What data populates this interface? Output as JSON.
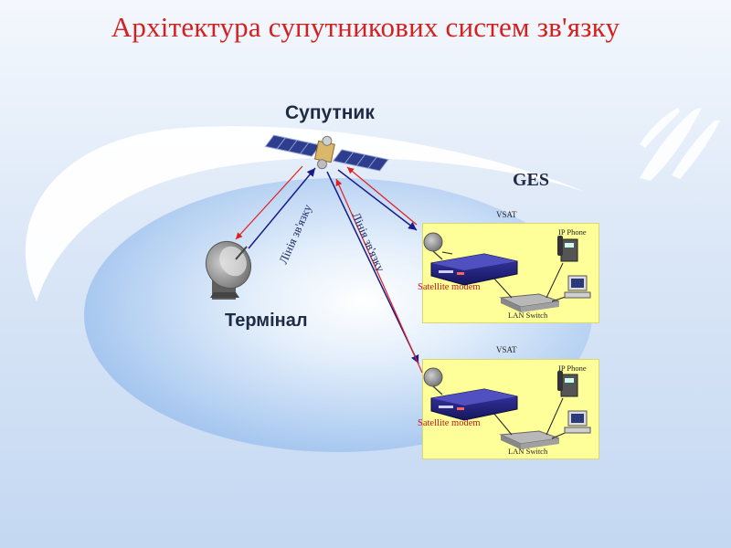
{
  "title": "Архітектура супутникових систем зв'язку",
  "satellite_label": "Супутник",
  "ges_label": "GES",
  "terminal_label": "Термінал",
  "links": {
    "terminal_link": "Лінія зв'язку",
    "ges_link": "Лінія зв'язку"
  },
  "vsat_stations": [
    {
      "tag": "VSAT",
      "modem": "Satellite  modem",
      "phone": "IP Phone",
      "switch": "LAN Switch"
    },
    {
      "tag": "VSAT",
      "modem": "Satellite  modem",
      "phone": "IP Phone",
      "switch": "LAN Switch"
    }
  ],
  "colors": {
    "background_top": "#ffffff",
    "background_bottom": "#c8dcf4",
    "ellipse": "#aecdf2",
    "title": "#d42020",
    "vsat_box": "#ffff99",
    "arrow_red": "#e02020",
    "arrow_blue": "#1a1a8a"
  }
}
